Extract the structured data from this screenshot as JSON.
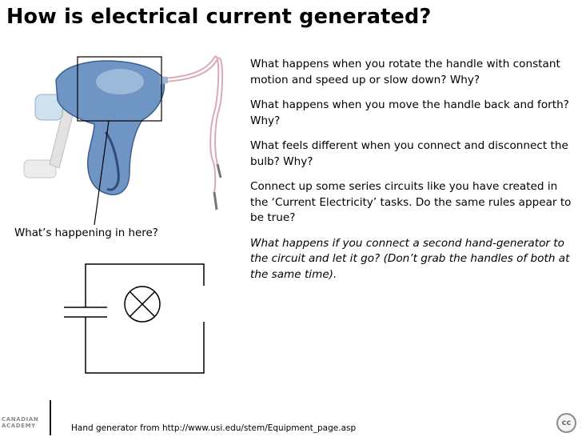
{
  "slide": {
    "title": "How is electrical current generated?",
    "questions": [
      "What happens when you rotate the handle with constant motion and speed up or slow down? Why?",
      "What happens when you move the handle back and forth? Why?",
      "What feels different when you connect and disconnect the bulb? Why?",
      "Connect up some series circuits like you have created in the ‘Current Electricity’ tasks. Do the same rules appear to be true?"
    ],
    "italic_question": "What happens if you connect a second hand-generator to the circuit and let it go? (Don’t grab the handles of both at the same time).",
    "inside_label": "What’s happening in here?",
    "credit": "Hand generator from http://www.usi.edu/stem/Equipment_page.asp",
    "logo_lines": [
      "CANADIAN",
      "ACADEMY"
    ],
    "license_badge": "cc"
  }
}
